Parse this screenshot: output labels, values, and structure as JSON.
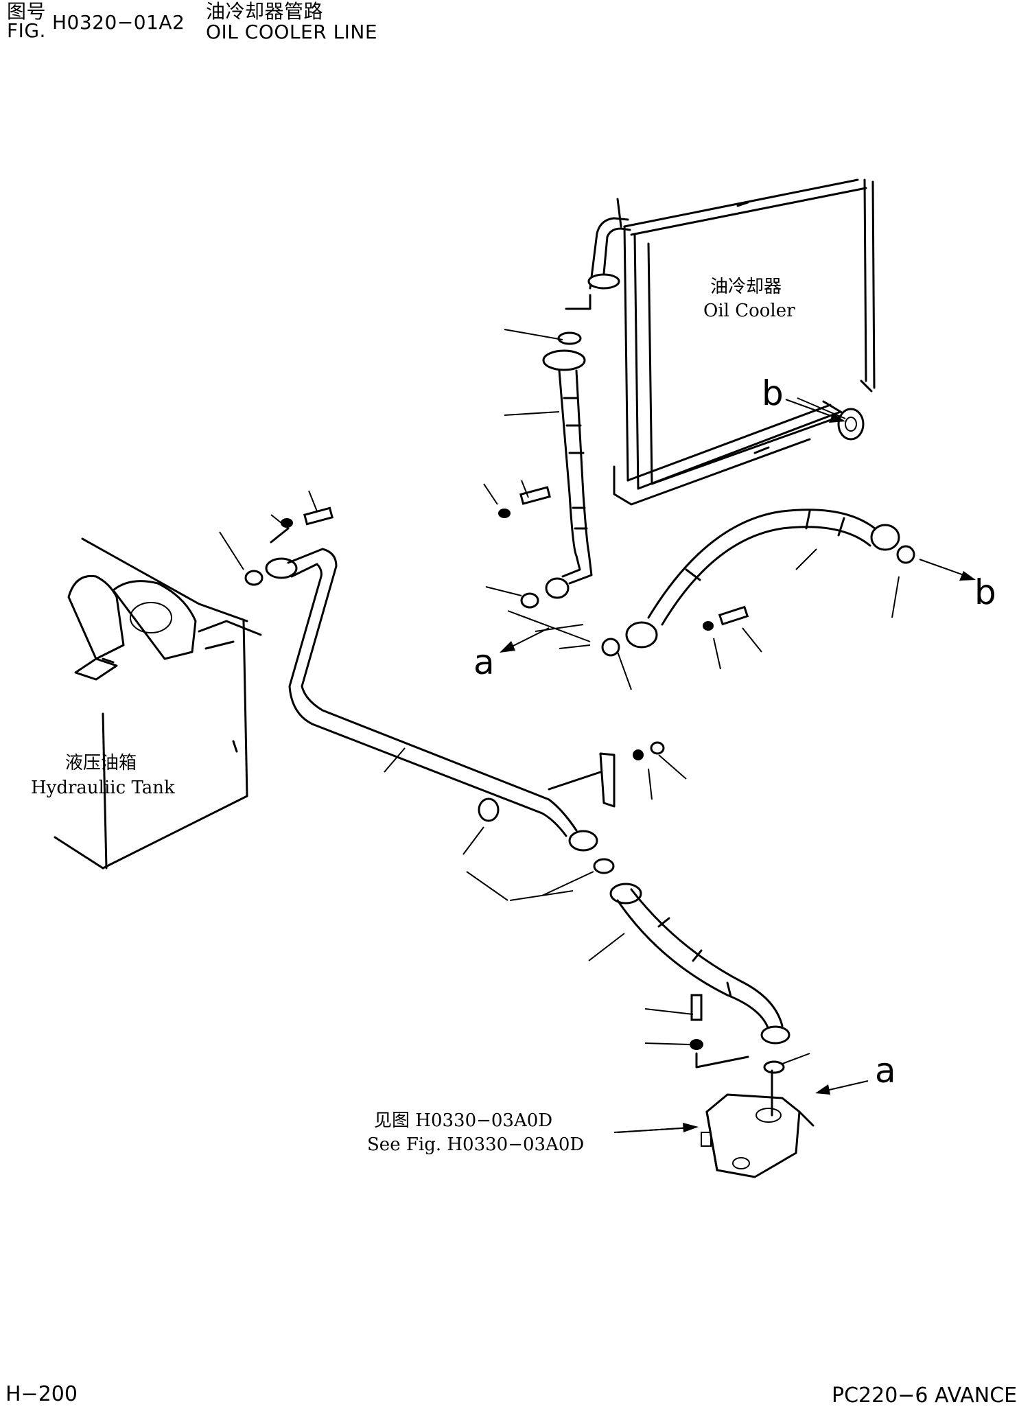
{
  "header": {
    "fig_label_cn": "图号",
    "fig_label_en": "FIG.",
    "fig_number": "H0320−01A2",
    "title_cn": "油冷却器管路",
    "title_en": "OIL COOLER LINE"
  },
  "labels": {
    "oil_cooler_cn": "油冷却器",
    "oil_cooler_en": "Oil Cooler",
    "tank_cn": "液压油箱",
    "tank_en": "Hydrauliic Tank",
    "see_fig_cn": "见图 H0330−03A0D",
    "see_fig_en": "See Fig. H0330−03A0D",
    "ref_a": "a",
    "ref_b": "b"
  },
  "footer": {
    "page": "H−200",
    "model": "PC220−6 AVANCE"
  }
}
